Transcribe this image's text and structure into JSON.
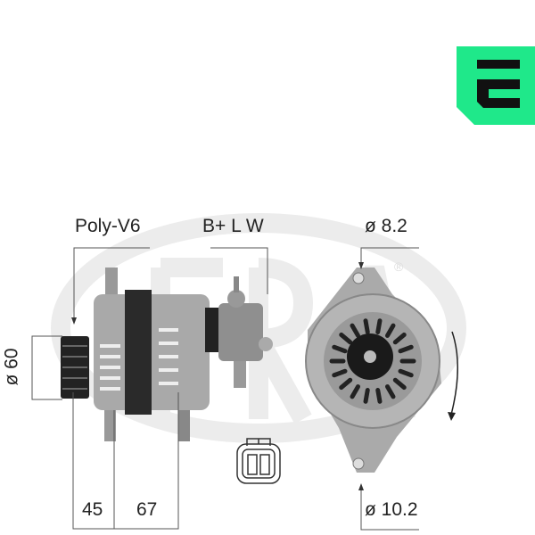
{
  "brand": {
    "logo_letter": "E",
    "logo_color": "#1fe88a",
    "watermark": "ERA",
    "registered_mark": "®"
  },
  "labels": {
    "pulley": "Poly-V6",
    "connector": "B+ L W",
    "pulley_diameter": "ø 60",
    "length_front": "45",
    "length_rear": "67",
    "top_hole": "ø 8.2",
    "bottom_hole": "ø 10.2"
  }
}
